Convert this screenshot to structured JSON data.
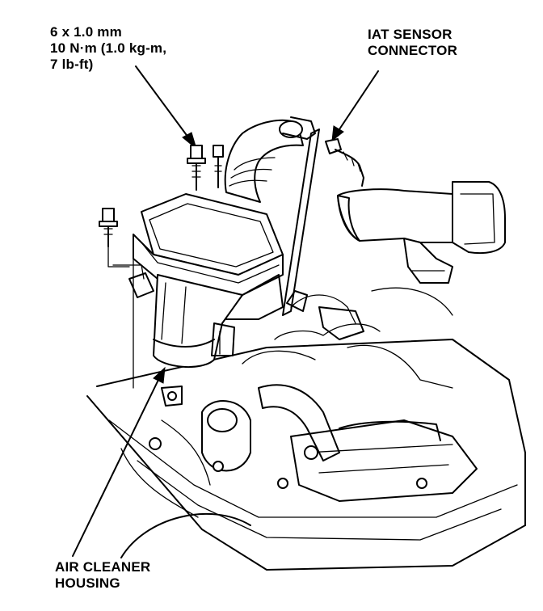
{
  "labels": {
    "bolt_spec": {
      "line1": "6 x 1.0 mm",
      "line2": "10 N·m (1.0 kg-m,",
      "line3": "7 lb-ft)"
    },
    "iat_sensor": {
      "line1": "IAT SENSOR",
      "line2": "CONNECTOR"
    },
    "air_cleaner": {
      "line1": "AIR CLEANER",
      "line2": "HOUSING"
    }
  },
  "colors": {
    "line": "#000000",
    "background": "#ffffff"
  }
}
